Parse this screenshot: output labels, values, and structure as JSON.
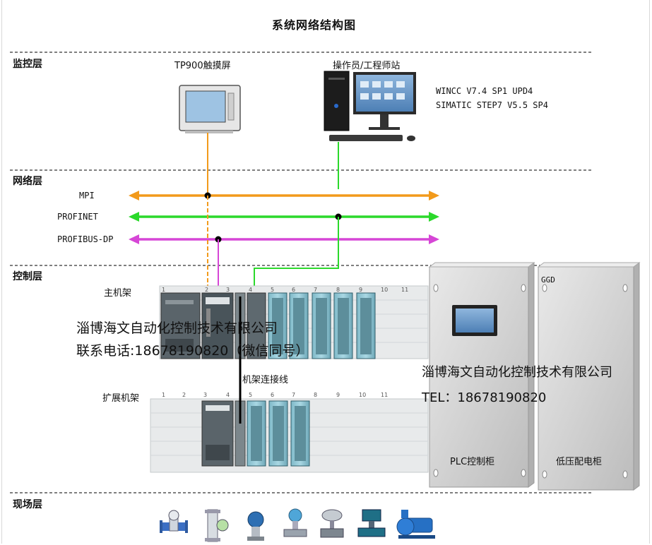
{
  "title": "系统网络结构图",
  "layers": {
    "monitor": "监控层",
    "network": "网络层",
    "control": "控制层",
    "field": "现场层"
  },
  "devices": {
    "touch_panel": "TP900触摸屏",
    "operator_station": "操作员/工程师站",
    "software": [
      "WINCC V7.4 SP1 UPD4",
      "SIMATIC STEP7 V5.5 SP4"
    ]
  },
  "networks": [
    {
      "name": "MPI",
      "color": "#f29a1b"
    },
    {
      "name": "PROFINET",
      "color": "#2bd92b"
    },
    {
      "name": "PROFIBUS-DP",
      "color": "#d646d6"
    }
  ],
  "racks": {
    "main": "主机架",
    "expansion": "扩展机架",
    "connector": "机架连接线",
    "slot_numbers": [
      "1",
      "2",
      "3",
      "4",
      "5",
      "6",
      "7",
      "8",
      "9",
      "10",
      "11"
    ]
  },
  "cabinets": {
    "plc": "PLC控制柜",
    "lv": "低压配电柜",
    "lv_tag": "GGD"
  },
  "watermarks": {
    "company_left": "淄博海文自动化控制技术有限公司",
    "phone_left": "联系电话:18678190820（微信同号）",
    "company_right": "淄博海文自动化控制技术有限公司",
    "phone_right": "TEL：18678190820"
  },
  "field_instruments": [
    "flowmeter-icon",
    "rotameter-icon",
    "transmitter-icon",
    "control-valve-icon",
    "pneumatic-valve-icon",
    "electric-valve-icon",
    "pump-icon"
  ]
}
